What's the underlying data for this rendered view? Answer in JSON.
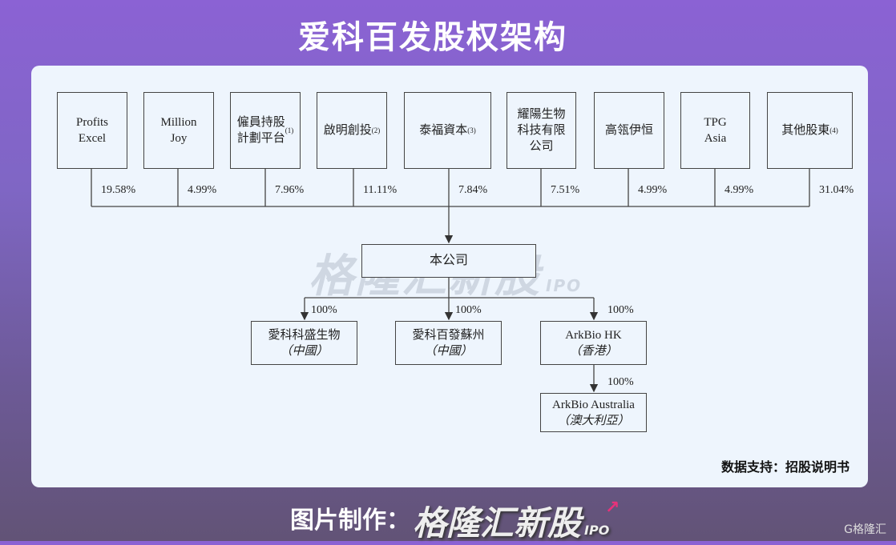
{
  "title": "爱科百发股权架构",
  "shareholders": [
    {
      "name": "Profits\nExcel",
      "note": "",
      "pct": "19.58%"
    },
    {
      "name": "Million\nJoy",
      "note": "",
      "pct": "4.99%"
    },
    {
      "name": "僱員持股\n計劃平台",
      "note": "(1)",
      "pct": "7.96%"
    },
    {
      "name": "啟明創投",
      "note": "(2)",
      "pct": "11.11%"
    },
    {
      "name": "泰福資本",
      "note": "(3)",
      "pct": "7.84%"
    },
    {
      "name": "耀陽生物\n科技有限\n公司",
      "note": "",
      "pct": "7.51%"
    },
    {
      "name": "高瓴伊恒",
      "note": "",
      "pct": "4.99%"
    },
    {
      "name": "TPG\nAsia",
      "note": "",
      "pct": "4.99%"
    },
    {
      "name": "其他股東",
      "note": "(4)",
      "pct": "31.04%"
    }
  ],
  "company": "本公司",
  "subsidiaries": [
    {
      "name": "愛科科盛生物",
      "region": "（中國）",
      "pct": "100%"
    },
    {
      "name": "愛科百發蘇州",
      "region": "（中國）",
      "pct": "100%"
    },
    {
      "name": "ArkBio HK",
      "region": "（香港）",
      "pct": "100%"
    },
    {
      "name": "ArkBio Australia",
      "region": "（澳大利亞）",
      "pct": "100%"
    }
  ],
  "watermark": "格隆汇新股",
  "watermark_sub": "IPO",
  "source": "数据支持：招股说明书",
  "footer_label": "图片制作：",
  "footer_logo": "格隆汇新股",
  "footer_logo_sub": "IPO",
  "brand": "G格隆汇"
}
